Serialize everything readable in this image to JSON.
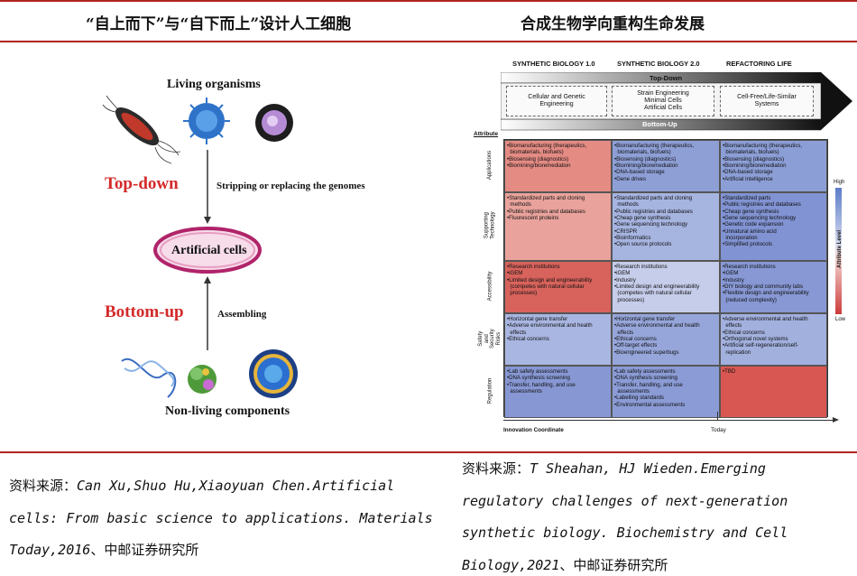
{
  "header": {
    "left_title": "“自上而下”与“自下而上”设计人工细胞",
    "right_title": "合成生物学向重构生命发展"
  },
  "left_figure": {
    "living_organisms": "Living organisms",
    "top_down": "Top-down",
    "stripping": "Stripping or replacing the genomes",
    "artificial_cells": "Artificial cells",
    "bottom_up": "Bottom-up",
    "assembling": "Assembling",
    "non_living": "Non-living components",
    "colors": {
      "accent_red": "#d42a2a",
      "cell_ring": "#b0246a"
    }
  },
  "right_figure": {
    "eras": [
      "SYNTHETIC BIOLOGY 1.0",
      "SYNTHETIC BIOLOGY 2.0",
      "REFACTORING LIFE"
    ],
    "top_down": "Top-Down",
    "bottom_up": "Bottom-Up",
    "era_boxes": [
      [
        "Cellular and Genetic",
        "Engineering"
      ],
      [
        "Strain Engineering",
        "Minimal Cells",
        "Artificial Cells"
      ],
      [
        "Cell-Free/Life-Similar",
        "Systems"
      ]
    ],
    "attribute_label": "Attribute",
    "rows": [
      "Applications",
      "Supporting Technology",
      "Accessibility",
      "Safety and Security Risks",
      "Regulation"
    ],
    "cells": [
      [
        [
          "•Biomanufacturing (therapeutics,",
          "  biomaterials, biofuels)",
          "•Biosensing (diagnostics)",
          "•Biomining/bioremediation"
        ],
        [
          "•Biomanufacturing (therapeutics,",
          "  biomaterials, biofuels)",
          "•Biosensing (diagnostics)",
          "•Biomining/bioremediation",
          "•DNA-based storage",
          "•Gene drives"
        ],
        [
          "•Biomanufacturing (therapeutics,",
          "  biomaterials, biofuels)",
          "•Biosensing (diagnostics)",
          "•Biomining/bioremediation",
          "•DNA-based storage",
          "•Artificial intelligence"
        ]
      ],
      [
        [
          "•Standardized parts and cloning",
          "  methods",
          "•Public registries and databases",
          "•Fluorescent proteins"
        ],
        [
          "•Standardized parts and cloning",
          "  methods",
          "•Public registries and databases",
          "•Cheap gene synthesis",
          "•Gene sequencing technology",
          "•CRISPR",
          "•Bioinformatics",
          "•Open source protocols"
        ],
        [
          "•Standardized parts",
          "•Public registries and databases",
          "•Cheap gene synthesis",
          "•Gene sequencing technology",
          "•Genetic code expansion",
          "•Unnatural amino acid",
          "  incorporation",
          "•Simplified protocols"
        ]
      ],
      [
        [
          "•Research institutions",
          "•iGEM",
          "•Limited design and engineerability",
          "  (competes with natural cellular",
          "  processes)"
        ],
        [
          "•Research institutions",
          "•iGEM",
          "•Industry",
          "•Limited design and engineerability",
          "  (competes with natural cellular",
          "  processes)"
        ],
        [
          "•Research institutions",
          "•iGEM",
          "•Industry",
          "•DIY biology and community labs",
          "•Flexible design and engineerability",
          "  (reduced complexity)"
        ]
      ],
      [
        [
          "•Horizontal gene transfer",
          "•Adverse environmental and health",
          "  effects",
          "•Ethical concerns"
        ],
        [
          "•Horizontal gene transfer",
          "•Adverse environmental and health",
          "  effects",
          "•Ethical concerns",
          "•Off-target effects",
          "•Bioengineered superbugs"
        ],
        [
          "•Adverse environmental and health",
          "  effects",
          "•Ethical concerns",
          "•Orthogonal novel systems",
          "•Artificial self-regeneration/self-",
          "  replication"
        ]
      ],
      [
        [
          "•Lab safety assessments",
          "•DNA synthesis screening",
          "•Transfer, handling, and use",
          "  assessments"
        ],
        [
          "•Lab safety assessments",
          "•DNA synthesis screening",
          "•Transfer, handling, and use",
          "  assessments",
          "•Labelling standards",
          "•Environmental assessments"
        ],
        [
          "•TBD"
        ]
      ]
    ],
    "cell_colors": [
      [
        "#e48b84",
        "#8e9fd6",
        "#8c9ed6"
      ],
      [
        "#e9a39c",
        "#a6b4e0",
        "#8193d2"
      ],
      [
        "#d7635c",
        "#c6cdea",
        "#8798d4"
      ],
      [
        "#a9b6e1",
        "#96a6da",
        "#a2b0de"
      ],
      [
        "#8797d3",
        "#8a9bd5",
        "#d95752"
      ]
    ],
    "legend_high": "High",
    "legend_low": "Low",
    "legend_title": "Attribute Level",
    "x_axis_label": "Innovation Coordinate",
    "today_label": "Today"
  },
  "sources": {
    "left": {
      "prefix": "资料来源：",
      "text": "Can Xu,Shuo Hu,Xiaoyuan Chen.Artificial cells: From basic science to applications. Materials Today,2016",
      "suffix": "、中邮证券研究所"
    },
    "right": {
      "prefix": "资料来源：",
      "text": "T Sheahan, HJ Wieden.Emerging regulatory challenges of next-generation synthetic biology. Biochemistry and Cell Biology,2021",
      "suffix": "、中邮证券研究所"
    }
  }
}
